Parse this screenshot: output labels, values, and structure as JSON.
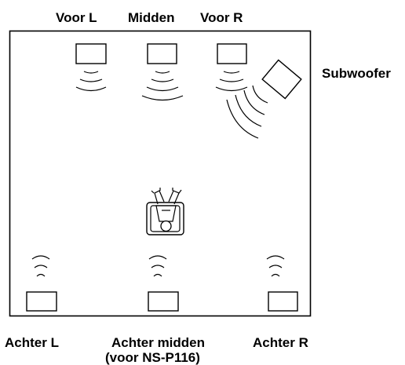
{
  "labels": {
    "front_left": "Voor L",
    "center": "Midden",
    "front_right": "Voor R",
    "subwoofer": "Subwoofer",
    "rear_left": "Achter L",
    "rear_center_line1": "Achter midden",
    "rear_center_line2": "(voor NS-P116)",
    "rear_right": "Achter R"
  },
  "colors": {
    "line": "#000000",
    "background": "#ffffff"
  },
  "icons": {
    "listener": "listener-in-chair-icon"
  }
}
